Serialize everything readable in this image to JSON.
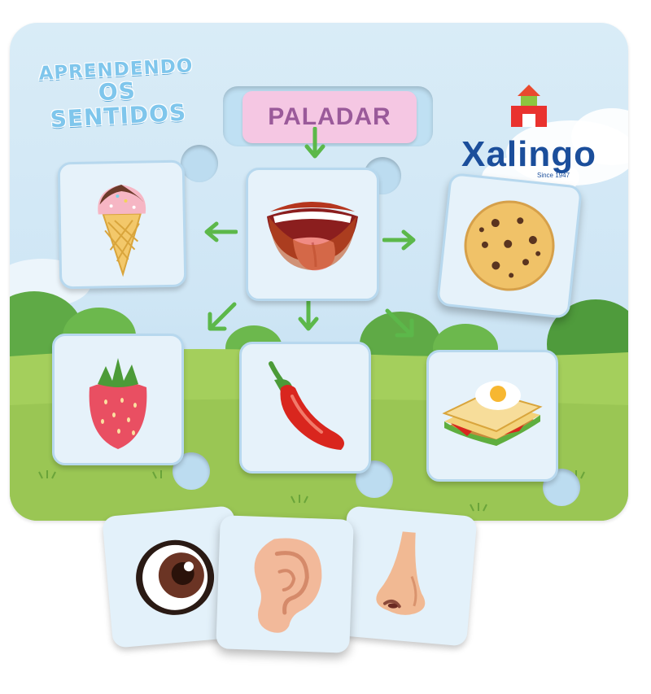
{
  "board": {
    "title_line1": "APRENDENDO",
    "title_line2": "OS SENTIDOS",
    "sense_label": "PALADAR",
    "brand_name": "Xalingo",
    "brand_tagline": "Since 1947"
  },
  "board_cards": [
    {
      "name": "ice-cream-card",
      "icon": "ice-cream-icon"
    },
    {
      "name": "mouth-card",
      "icon": "mouth-tongue-icon"
    },
    {
      "name": "cookie-card",
      "icon": "cookie-icon"
    },
    {
      "name": "strawberry-card",
      "icon": "strawberry-icon"
    },
    {
      "name": "pepper-card",
      "icon": "chili-pepper-icon"
    },
    {
      "name": "sandwich-card",
      "icon": "sandwich-icon"
    }
  ],
  "loose_cards": [
    {
      "name": "eye-card",
      "icon": "eye-icon"
    },
    {
      "name": "ear-card",
      "icon": "ear-icon"
    },
    {
      "name": "nose-card",
      "icon": "nose-icon"
    }
  ],
  "colors": {
    "board_bg": "#d0e7f5",
    "label_pink": "#f5c7e3",
    "label_text": "#9a5a9a",
    "brand_blue": "#1b4e9b",
    "arrow_green": "#5cb84a",
    "grass": "#9ccb57"
  }
}
